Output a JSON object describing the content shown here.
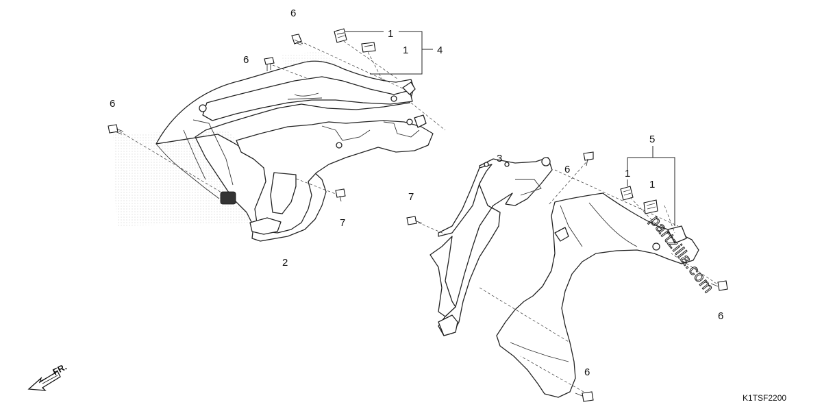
{
  "diagram": {
    "callouts": {
      "c1_top_a": "1",
      "c1_top_b": "1",
      "c4": "4",
      "c6_top": "6",
      "c6_left_top": "6",
      "c6_left": "6",
      "c2": "2",
      "c7_left": "7",
      "c3": "3",
      "c6_mid": "6",
      "c7_right": "7",
      "c5": "5",
      "c1_right_a": "1",
      "c1_right_b": "1",
      "c6_right": "6",
      "c6_bottom": "6"
    },
    "direction_label": "FR.",
    "figure_code": "K1TSF2200",
    "watermark": "partzilla.com"
  }
}
